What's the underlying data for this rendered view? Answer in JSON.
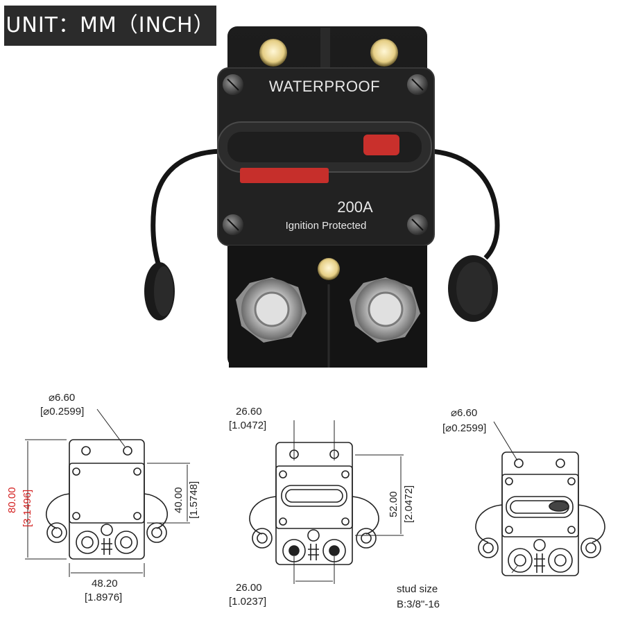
{
  "header": {
    "unit_label": "UNIT：MM（INCH）"
  },
  "product": {
    "top_text": "WATERPROOF",
    "rating": "200A",
    "subtitle": "Ignition Protected"
  },
  "drawings": {
    "left": {
      "hole_mm": "⌀6.60",
      "hole_in": "[⌀0.2599]",
      "height_mm": "80.00",
      "height_in": "[3.1496]",
      "inner_h_mm": "40.00",
      "inner_h_in": "[1.5748]",
      "width_mm": "48.20",
      "width_in": "[1.8976]"
    },
    "middle": {
      "hole_spacing_mm": "26.60",
      "hole_spacing_in": "[1.0472]",
      "height_mm": "52.00",
      "height_in": "[2.0472]",
      "stud_spacing_mm": "26.00",
      "stud_spacing_in": "[1.0237]"
    },
    "right": {
      "hole_mm": "⌀6.60",
      "hole_in": "[⌀0.2599]",
      "stud_label": "stud size",
      "stud_value": "B:3/8\"-16"
    }
  },
  "colors": {
    "accent_red": "#d42020",
    "dark": "#1a1a1a"
  }
}
